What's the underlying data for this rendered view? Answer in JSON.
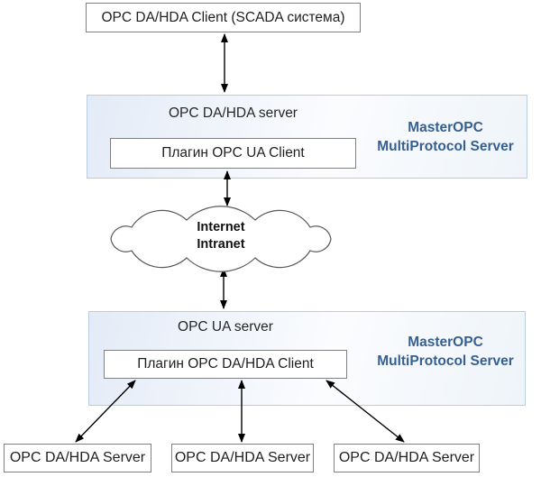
{
  "top_client": {
    "label": "OPC DA/HDA Client (SCADA система)"
  },
  "panel1": {
    "title": "OPC DA/HDA server",
    "plugin_label": "Плагин OPC UA Client",
    "brand": {
      "line1": "MasterOPC",
      "line2": "MultiProtocol Server"
    }
  },
  "cloud": {
    "line1": "Internet",
    "line2": "Intranet"
  },
  "panel2": {
    "title": "OPC UA server",
    "plugin_label": "Плагин OPC DA/HDA Client",
    "brand": {
      "line1": "MasterOPC",
      "line2": "MultiProtocol Server"
    }
  },
  "bottom_servers": [
    {
      "label": "OPC DA/HDA Server"
    },
    {
      "label": "OPC DA/HDA Server"
    },
    {
      "label": "OPC DA/HDA Server"
    }
  ],
  "colors": {
    "brand_blue": "#365f91",
    "box_border_gray": "#808080",
    "panel_border_blue": "#b9cde2",
    "panel_fill_blue": "#e3ebf7",
    "arrow_black": "#000000",
    "cloud_outline_gray": "#595959"
  }
}
